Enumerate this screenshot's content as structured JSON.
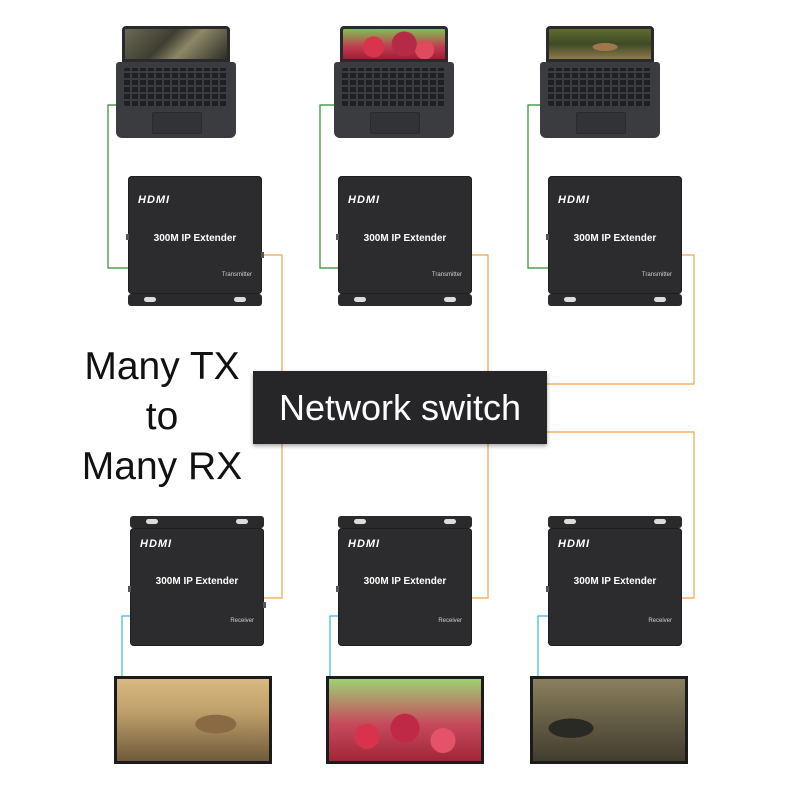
{
  "caption": {
    "line1": "Many TX",
    "line2": "to",
    "line3": "Many RX"
  },
  "switch": {
    "label": "Network switch"
  },
  "transmitters": [
    {
      "brand": "HDMI",
      "title": "300M IP Extender",
      "role": "Transmitter"
    },
    {
      "brand": "HDMI",
      "title": "300M IP Extender",
      "role": "Transmitter"
    },
    {
      "brand": "HDMI",
      "title": "300M IP Extender",
      "role": "Transmitter"
    }
  ],
  "receivers": [
    {
      "brand": "HDMI",
      "title": "300M IP Extender",
      "role": "Receiver"
    },
    {
      "brand": "HDMI",
      "title": "300M IP Extender",
      "role": "Receiver"
    },
    {
      "brand": "HDMI",
      "title": "300M IP Extender",
      "role": "Receiver"
    }
  ],
  "sources": [
    "game-scene",
    "berries",
    "squirrel"
  ],
  "displays": [
    "squirrel",
    "berries",
    "game-scene"
  ],
  "colors": {
    "hdmi_in": "#2e8b2e",
    "lan": "#f3a24a",
    "hdmi_out": "#3bb6e0",
    "device": "#2c2c2e"
  }
}
